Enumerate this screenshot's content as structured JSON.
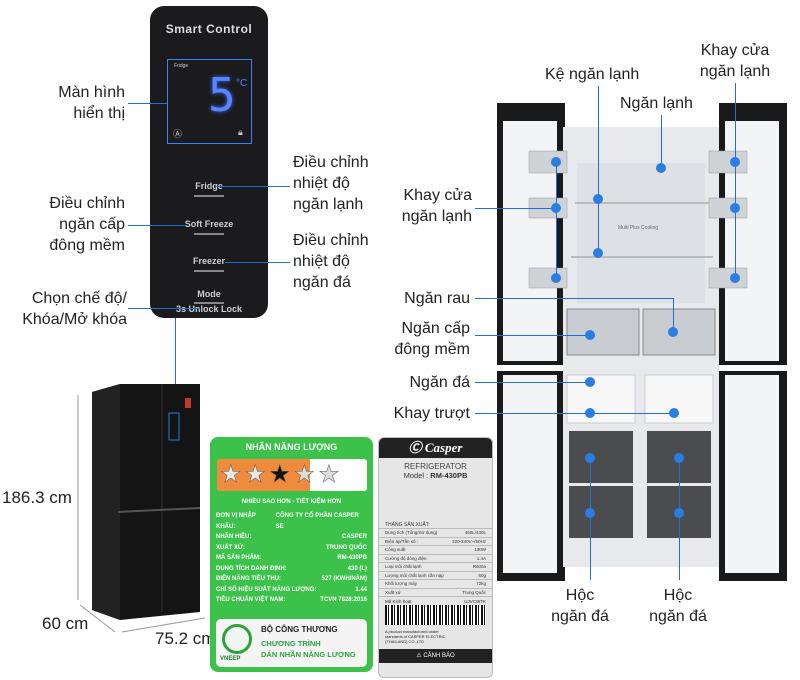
{
  "panel": {
    "title": "Smart Control",
    "display_mode": "Fridge",
    "display_value": "5",
    "display_unit": "°C",
    "buttons": [
      "Fridge",
      "Soft Freeze",
      "Freezer",
      "Mode"
    ],
    "lock_label": "3s Unlock  Lock"
  },
  "left_labels": {
    "display": [
      "Màn hình",
      "hiển thị"
    ],
    "soft_freeze": [
      "Điều chỉnh",
      "ngăn cấp",
      "đông mềm"
    ],
    "mode": [
      "Chọn chế độ/",
      "Khóa/Mở khóa"
    ]
  },
  "right_panel_labels": {
    "fridge_temp": [
      "Điều chỉnh",
      "nhiệt độ",
      "ngăn lạnh"
    ],
    "freezer_temp": [
      "Điều chỉnh",
      "nhiệt độ",
      "ngăn đá"
    ]
  },
  "dimensions": {
    "height": "186.3 cm",
    "depth": "60 cm",
    "width": "75.2 cm"
  },
  "fridge_labels": {
    "shelf": "Kệ ngăn lạnh",
    "fridge": "Ngăn lạnh",
    "door_tray_right": [
      "Khay cửa",
      "ngăn lạnh"
    ],
    "door_tray_left": [
      "Khay cửa",
      "ngăn lạnh"
    ],
    "crisper": "Ngăn rau",
    "soft_freeze": [
      "Ngăn cấp",
      "đông mềm"
    ],
    "freezer": "Ngăn đá",
    "sliding_tray": "Khay trượt",
    "drawer_left": [
      "Hộc",
      "ngăn đá"
    ],
    "drawer_right": [
      "Hộc",
      "ngăn đá"
    ],
    "interior_text": "Multi Plus Cooling"
  },
  "energy_label": {
    "title": "NHÃN NĂNG LƯỢNG",
    "stars": 5,
    "rating": 3,
    "slogan": "NHIỀU SAO HƠN - TIẾT KIỆM HƠN",
    "rows": [
      [
        "ĐƠN VỊ NHẬP KHẨU:",
        "CÔNG TY CỔ PHẦN CASPER SE"
      ],
      [
        "NHÃN HIỆU:",
        "CASPER"
      ],
      [
        "XUẤT XỨ:",
        "TRUNG QUỐC"
      ],
      [
        "MÃ SẢN PHẨM:",
        "RM-430PB"
      ],
      [
        "DUNG TÍCH DANH ĐỊNH:",
        "430 (L)"
      ],
      [
        "ĐIỆN NĂNG TIÊU THỤ:",
        "527 (KWH/NĂM)"
      ],
      [
        "CHỈ SỐ HIỆU SUẤT NĂNG LƯỢNG:",
        "1.44"
      ],
      [
        "TIÊU CHUẨN VIỆT NAM:",
        "TCVN 7828:2016"
      ]
    ],
    "ministry": "BỘ CÔNG THƯƠNG",
    "program": [
      "CHƯƠNG TRÌNH",
      "DÁN NHÃN NĂNG LƯỢNG"
    ],
    "logo_text": "VNEEP",
    "colors": {
      "green": "#3cc24a",
      "orange": "#f08a3c"
    }
  },
  "casper_label": {
    "brand": "Casper",
    "product": "REFRIGERATOR",
    "model_prefix": "Model : ",
    "model": "RM-430PB",
    "date_label": "THÁNG SẢN XUẤT:",
    "specs": [
      [
        "Dung tích (Tổng/Sử dụng)",
        "450L/430L"
      ],
      [
        "Điện áp/Tần số :",
        "220-240V~/50Hz"
      ],
      [
        "Công suất",
        "130W"
      ],
      [
        "Cường độ dòng điện",
        "1.4A"
      ],
      [
        "Loại môi chất lạnh",
        "R600a"
      ],
      [
        "Lượng môi chất lạnh cần nạp",
        "60g"
      ],
      [
        "Khối lượng máy",
        "72kg"
      ],
      [
        "Xuất xứ",
        "Trung Quốc"
      ]
    ],
    "activation_label": "Mã Kích hoạt",
    "activation_code": "UJVCWTK",
    "manufacturer": "A product manufactured under standards of CASPER ELECTRIC (THAILAND) CO.,LTD",
    "warning_title": "CẢNH BÁO"
  },
  "colors": {
    "accent": "#2a7de1",
    "panel": "#1b1b1d",
    "display_digit": "#4f7dff"
  }
}
